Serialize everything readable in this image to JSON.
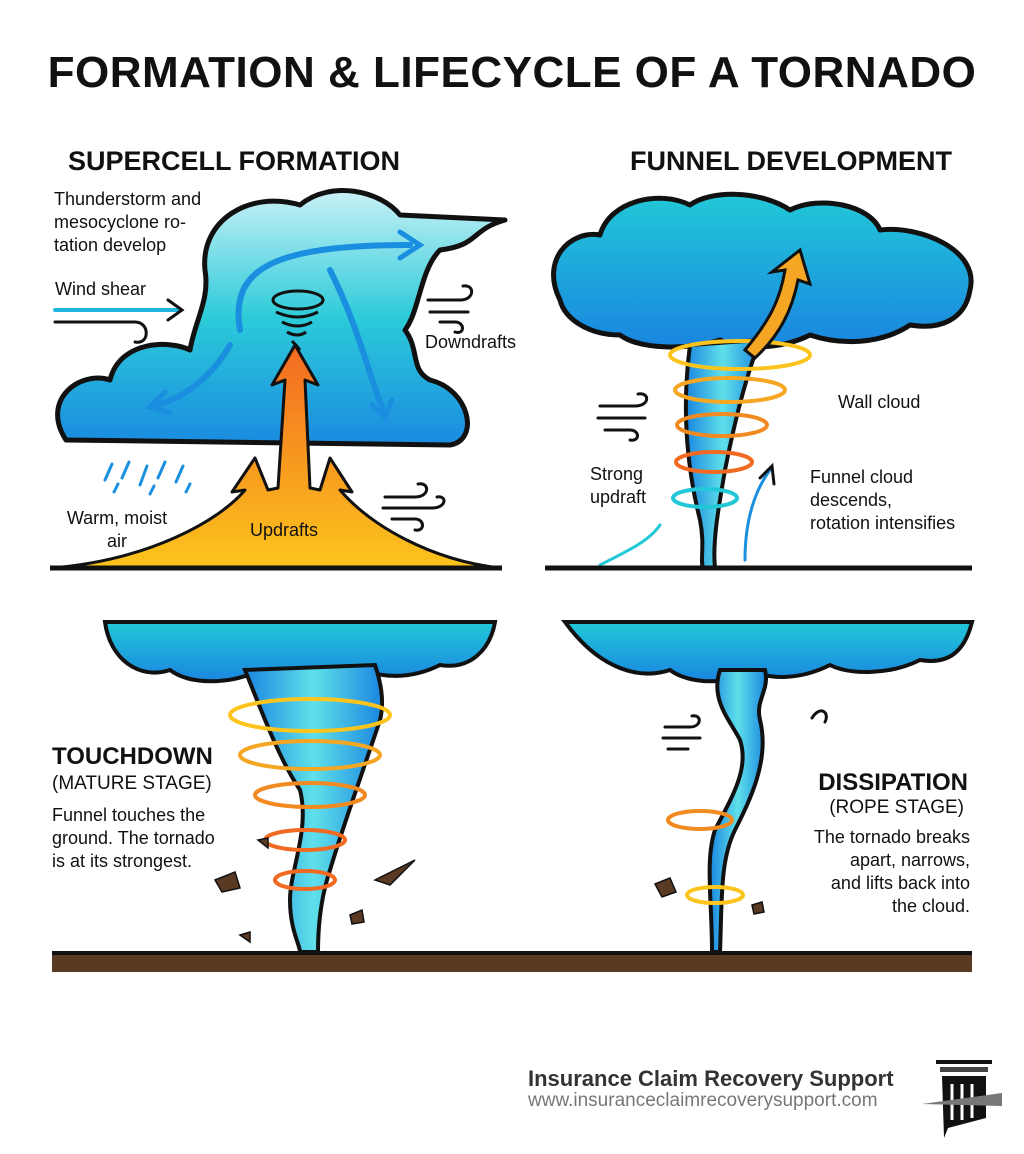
{
  "title": "FORMATION & LIFECYCLE OF A TORNADO",
  "panels": {
    "supercell": {
      "heading": "SUPERCELL FORMATION",
      "caption": [
        "Thunderstorm and",
        "mesocyclone ro-",
        "tation develop"
      ],
      "wind_shear": "Wind shear",
      "downdrafts": "Downdrafts",
      "warm_air": [
        "Warm, moist",
        "air"
      ],
      "updrafts": "Updrafts"
    },
    "funnel": {
      "heading": "FUNNEL DEVELOPMENT",
      "wall_cloud": "Wall cloud",
      "strong_updraft": [
        "Strong",
        "updraft"
      ],
      "funnel_cloud": [
        "Funnel cloud",
        "descends,",
        "rotation intensifies"
      ]
    },
    "touchdown": {
      "heading": "TOUCHDOWN",
      "subheading": "(MATURE STAGE)",
      "caption": [
        "Funnel touches the",
        "ground. The tornado",
        "is at its strongest."
      ]
    },
    "dissipation": {
      "heading": "DISSIPATION",
      "subheading": "(ROPE STAGE)",
      "caption": [
        "The tornado breaks",
        "apart, narrows,",
        "and lifts back into",
        "the cloud."
      ]
    }
  },
  "footer": {
    "name": "Insurance Claim Recovery Support",
    "url": "www.insuranceclaimrecoverysupport.com",
    "logo": "pillar-logo"
  },
  "colors": {
    "cloud_light": "#bfeef5",
    "cloud_cyan": "#22c8d8",
    "cloud_blue": "#1a8fe0",
    "updraft_orange": "#f57c20",
    "updraft_yellow": "#fbbf1c",
    "ground_brown": "#5a3a22"
  }
}
